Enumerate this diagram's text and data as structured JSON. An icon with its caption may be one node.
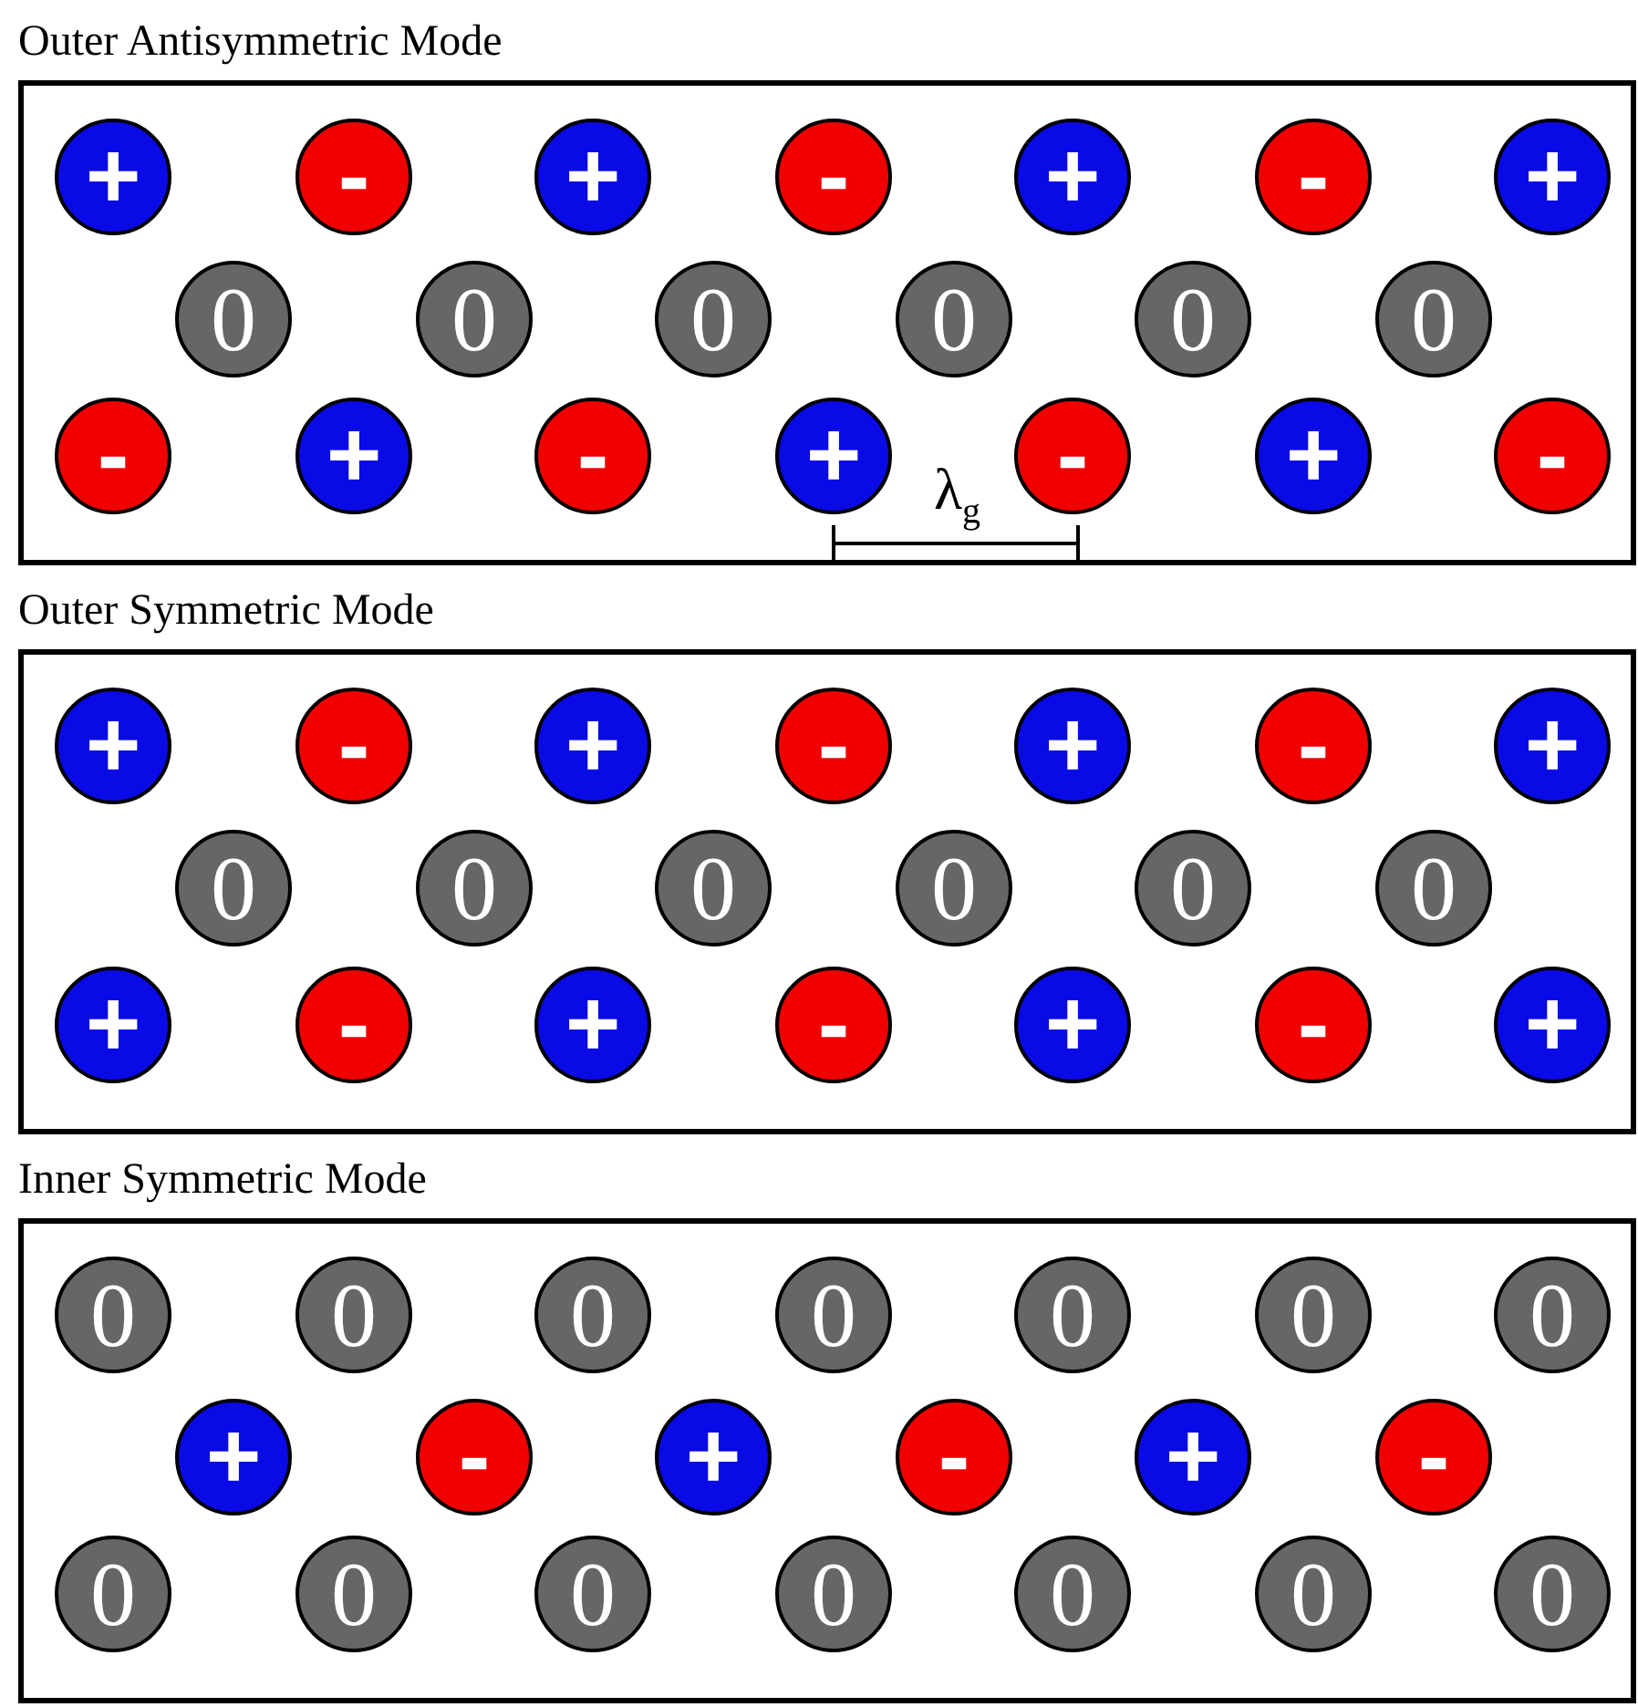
{
  "diagram": {
    "nodes": [
      {
        "text": [
          "Outer Antisymmetric Mode"
        ]
      },
      {
        "text": [
          "+"
        ],
        "in": 0
      },
      {
        "text": [
          "-"
        ],
        "in": 0
      },
      {
        "text": [
          "+"
        ],
        "in": 0
      },
      {
        "text": [
          "-"
        ],
        "in": 0
      },
      {
        "text": [
          "+"
        ],
        "in": 0
      },
      {
        "text": [
          "-"
        ],
        "in": 0
      },
      {
        "text": [
          "+"
        ],
        "in": 0
      },
      {
        "text": [
          "0"
        ],
        "in": 0
      },
      {
        "text": [
          "0"
        ],
        "in": 0
      },
      {
        "text": [
          "0"
        ],
        "in": 0
      },
      {
        "text": [
          "0"
        ],
        "in": 0
      },
      {
        "text": [
          "0"
        ],
        "in": 0
      },
      {
        "text": [
          "0"
        ],
        "in": 0
      },
      {
        "text": [
          "-"
        ],
        "in": 0
      },
      {
        "text": [
          "+"
        ],
        "in": 0
      },
      {
        "text": [
          "-"
        ],
        "in": 0
      },
      {
        "text": [
          "+"
        ],
        "in": 0
      },
      {
        "text": [
          "-"
        ],
        "in": 0
      },
      {
        "text": [
          "+"
        ],
        "in": 0
      },
      {
        "text": [
          "-"
        ],
        "in": 0
      },
      {
        "text": [
          "Outer Symmetric Mode"
        ]
      },
      {
        "text": [
          "+"
        ],
        "in": 21
      },
      {
        "text": [
          "-"
        ],
        "in": 21
      },
      {
        "text": [
          "+"
        ],
        "in": 21
      },
      {
        "text": [
          "-"
        ],
        "in": 21
      },
      {
        "text": [
          "+"
        ],
        "in": 21
      },
      {
        "text": [
          "-"
        ],
        "in": 21
      },
      {
        "text": [
          "+"
        ],
        "in": 21
      },
      {
        "text": [
          "0"
        ],
        "in": 21
      },
      {
        "text": [
          "0"
        ],
        "in": 21
      },
      {
        "text": [
          "0"
        ],
        "in": 21
      },
      {
        "text": [
          "0"
        ],
        "in": 21
      },
      {
        "text": [
          "0"
        ],
        "in": 21
      },
      {
        "text": [
          "0"
        ],
        "in": 21
      },
      {
        "text": [
          "+"
        ],
        "in": 21
      },
      {
        "text": [
          "-"
        ],
        "in": 21
      },
      {
        "text": [
          "+"
        ],
        "in": 21
      },
      {
        "text": [
          "-"
        ],
        "in": 21
      },
      {
        "text": [
          "+"
        ],
        "in": 21
      },
      {
        "text": [
          "-"
        ],
        "in": 21
      },
      {
        "text": [
          "+"
        ],
        "in": 21
      },
      {
        "text": [
          "Inner Symmetric Mode"
        ]
      },
      {
        "text": [
          "0"
        ],
        "in": 42
      },
      {
        "text": [
          "0"
        ],
        "in": 42
      },
      {
        "text": [
          "0"
        ],
        "in": 42
      },
      {
        "text": [
          "0"
        ],
        "in": 42
      },
      {
        "text": [
          "0"
        ],
        "in": 42
      },
      {
        "text": [
          "0"
        ],
        "in": 42
      },
      {
        "text": [
          "0"
        ],
        "in": 42
      },
      {
        "text": [
          "+"
        ],
        "in": 42
      },
      {
        "text": [
          "-"
        ],
        "in": 42
      },
      {
        "text": [
          "+"
        ],
        "in": 42
      },
      {
        "text": [
          "-"
        ],
        "in": 42
      },
      {
        "text": [
          "+"
        ],
        "in": 42
      },
      {
        "text": [
          "-"
        ],
        "in": 42
      },
      {
        "text": [
          "0"
        ],
        "in": 42
      },
      {
        "text": [
          "0"
        ],
        "in": 42
      },
      {
        "text": [
          "0"
        ],
        "in": 42
      },
      {
        "text": [
          "0"
        ],
        "in": 42
      },
      {
        "text": [
          "0"
        ],
        "in": 42
      },
      {
        "text": [
          "0"
        ],
        "in": 42
      },
      {
        "text": [
          "0"
        ],
        "in": 42
      }
    ],
    "labels": [
      "λ$_{g}$"
    ]
  }
}
